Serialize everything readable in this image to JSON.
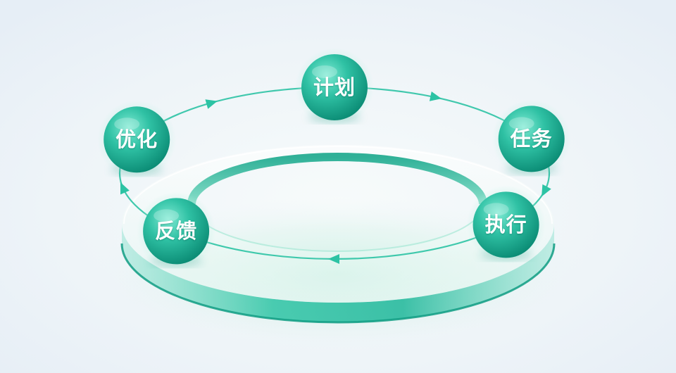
{
  "colors": {
    "background": "#eef3f8",
    "ring_teal": "#1fb79a",
    "ring_dark": "#0d8f78",
    "node_light": "#5fe0c6",
    "node_dark": "#0f9c82",
    "arrow": "#2cc3a4"
  },
  "cycle": {
    "direction": "clockwise",
    "nodes": [
      {
        "id": "plan",
        "label": "计划"
      },
      {
        "id": "task",
        "label": "任务"
      },
      {
        "id": "execute",
        "label": "执行"
      },
      {
        "id": "feedback",
        "label": "反馈"
      },
      {
        "id": "optimize",
        "label": "优化"
      }
    ]
  }
}
